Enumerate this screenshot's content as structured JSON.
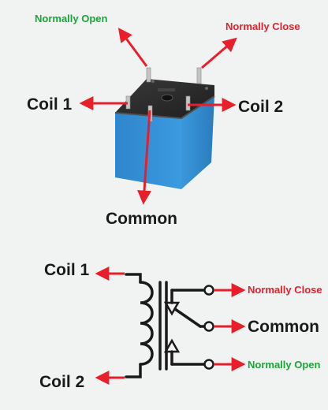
{
  "relay_photo": {
    "labels": {
      "normally_open": "Normally Open",
      "normally_close": "Normally Close",
      "coil1": "Coil 1",
      "coil2": "Coil 2",
      "common": "Common"
    }
  },
  "schematic": {
    "labels": {
      "coil1": "Coil 1",
      "coil2": "Coil 2",
      "normally_close": "Normally Close",
      "common": "Common",
      "normally_open": "Normally Open"
    }
  },
  "colors": {
    "arrow": "#e81f2a",
    "relay_blue": "#2f8fd3",
    "relay_top": "#2a2a2a",
    "pin": "#bfbfbf",
    "label_green": "#1aa638",
    "label_red": "#e81f2a",
    "label_dark": "#1a1a1a",
    "line": "#1a1a1a",
    "background": "#f1f2f2"
  }
}
